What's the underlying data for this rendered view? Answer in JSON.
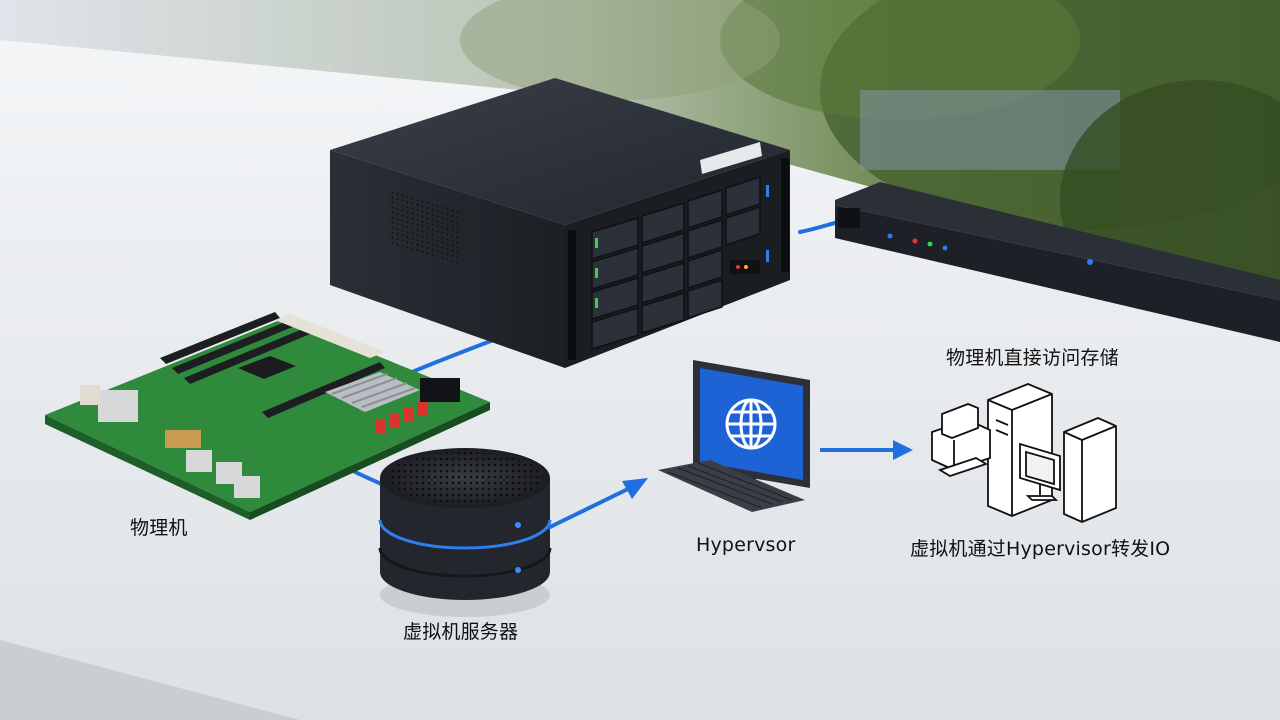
{
  "labels": {
    "physical_machine": "物理机",
    "vm_server": "虚拟机服务器",
    "hypervisor": "Hypervsor",
    "direct_access": "物理机直接访问存储",
    "vm_forward_io": "虚拟机通过Hypervisor转发IO"
  },
  "icons": {
    "monitor": "globe-icon",
    "storage_group": "computer-tower-icon"
  },
  "colors": {
    "cable_blue": "#1f6fe0",
    "screen_blue": "#1e63d6",
    "pcb_green": "#2f8a3c"
  }
}
